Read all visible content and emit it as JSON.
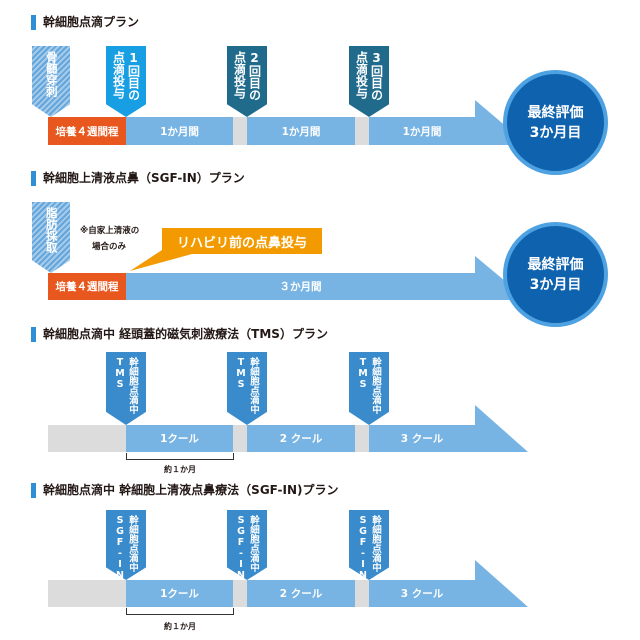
{
  "colors": {
    "title_marker": "#2e8fd5",
    "culture_orange": "#e8571e",
    "bar_blue": "#77b4e4",
    "bar_gray": "#dcdcdc",
    "marker_bright": "#179ee3",
    "marker_dark": "#206b8c",
    "marker_mid": "#3a8bcb",
    "marker_hatched": "#64a6dc",
    "final_circle": "#0f62ad",
    "final_circle_ring": "#4ea2e2",
    "bubble_orange": "#f39a00",
    "text_dark": "#231815"
  },
  "plans": [
    {
      "title": "幹細胞点滴プラン",
      "markers": [
        {
          "columns": [
            "骨髄穿刺"
          ]
        },
        {
          "columns": [
            "1回目の",
            "点滴投与"
          ]
        },
        {
          "columns": [
            "2回目の",
            "点滴投与"
          ]
        },
        {
          "columns": [
            "3回目の",
            "点滴投与"
          ]
        }
      ],
      "timeline": [
        "培養４週間程",
        "1か月間",
        "1か月間",
        "1か月間"
      ],
      "final_evaluation": [
        "最終評価",
        "3か月目"
      ]
    },
    {
      "title": "幹細胞上清液点鼻（SGF-IN）プラン",
      "markers": [
        {
          "columns": [
            "脂肪採取"
          ]
        }
      ],
      "note": [
        "※自家上清液の",
        "場合のみ"
      ],
      "callout": "リハビリ前の点鼻投与",
      "timeline": [
        "培養４週間程",
        "３か月間"
      ],
      "final_evaluation": [
        "最終評価",
        "3か月目"
      ]
    },
    {
      "title": "幹細胞点滴中 経頭蓋的磁気刺激療法（TMS）プラン",
      "markers": [
        {
          "columns": [
            "幹細胞点滴中",
            "TMS"
          ]
        },
        {
          "columns": [
            "幹細胞点滴中",
            "TMS"
          ]
        },
        {
          "columns": [
            "幹細胞点滴中",
            "TMS"
          ]
        }
      ],
      "timeline": [
        "1クール",
        "2 クール",
        "3 クール"
      ],
      "bracket_label": "約１か月"
    },
    {
      "title": "幹細胞点滴中 幹細胞上清液点鼻療法（SGF-IN)プラン",
      "markers": [
        {
          "columns": [
            "幹細胞点滴中",
            "SGF-IN"
          ]
        },
        {
          "columns": [
            "幹細胞点滴中",
            "SGF-IN"
          ]
        },
        {
          "columns": [
            "幹細胞点滴中",
            "SGF-IN"
          ]
        }
      ],
      "timeline": [
        "1クール",
        "2 クール",
        "3 クール"
      ],
      "bracket_label": "約１か月"
    }
  ]
}
